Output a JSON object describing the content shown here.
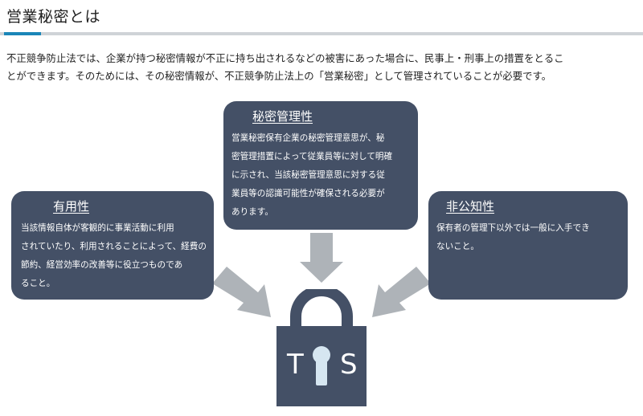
{
  "page": {
    "title": "営業秘密とは",
    "intro_lines": [
      "不正競争防止法では、企業が持つ秘密情報が不正に持ち出されるなどの被害にあった場合に、民事上・刑事上の措置をとるこ",
      "とができます。そのためには、その秘密情報が、不正競争防止法上の「営業秘密」として管理されていることが必要です。"
    ]
  },
  "cards": {
    "secrecy": {
      "title": "秘密管理性",
      "lines": [
        "営業秘密保有企業の秘密管理意思が、秘",
        "密管理措置によって従業員等に対して明確",
        "に示され、当該秘密管理意思に対する従",
        "業員等の認識可能性が確保される必要が",
        "あります。"
      ]
    },
    "usefulness": {
      "title": "有用性",
      "lines": [
        "当該情報自体が客観的に事業活動に利用",
        "されていたり、利用されることによって、経費の",
        "節約、経営効率の改善等に役立つものであ",
        "ること。"
      ]
    },
    "nonpublic": {
      "title": "非公知性",
      "lines": [
        "保有者の管理下以外では一般に入手でき",
        "ないこと。"
      ]
    }
  },
  "lock": {
    "letter_left": "T",
    "letter_right": "S",
    "icon": "padlock-icon"
  },
  "colors": {
    "card_bg": "#445066",
    "arrow": "#aeb3b8",
    "accent": "#1b86b8",
    "keyhole": "#d6e6f1"
  }
}
